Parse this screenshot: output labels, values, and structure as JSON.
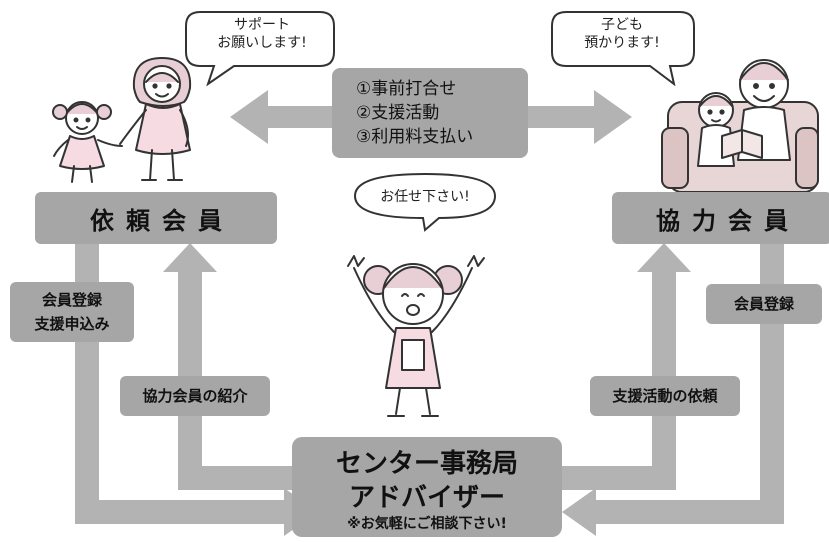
{
  "speech": {
    "requester": "サポート\nお願いします!",
    "helper": "子ども\n預かります!",
    "adviser": "お任せ下さい!"
  },
  "flow_steps": [
    "①事前打合せ",
    "②支援活動",
    "③利用料支払い"
  ],
  "members": {
    "requester": "依頼会員",
    "helper": "協力会員"
  },
  "arrow_labels": {
    "requester_registration": "会員登録\n支援申込み",
    "helper_introduction": "協力会員の紹介",
    "support_request": "支援活動の依頼",
    "helper_registration": "会員登録"
  },
  "center": {
    "line1": "センター事務局",
    "line2": "アドバイザー",
    "note": "※お気軽にご相談下さい!"
  },
  "colors": {
    "box_gray": "#a6a6a6",
    "arrow_gray": "#b3b3b3"
  }
}
